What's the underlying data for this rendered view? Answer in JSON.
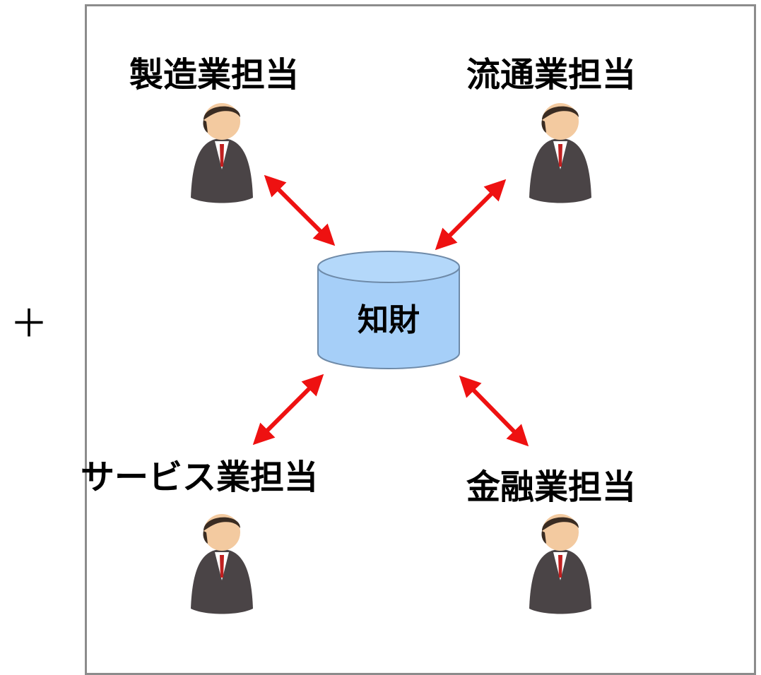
{
  "plus_sign": "＋",
  "center": {
    "label": "知財",
    "fill": "#a6cff8",
    "stroke": "#6e8aa8"
  },
  "roles": [
    {
      "label": "製造業担当"
    },
    {
      "label": "流通業担当"
    },
    {
      "label": "サービス業担当"
    },
    {
      "label": "金融業担当"
    }
  ],
  "arrow_color": "#ee1111",
  "icons": {
    "person": "businessman-icon",
    "database": "database-cylinder-icon"
  }
}
